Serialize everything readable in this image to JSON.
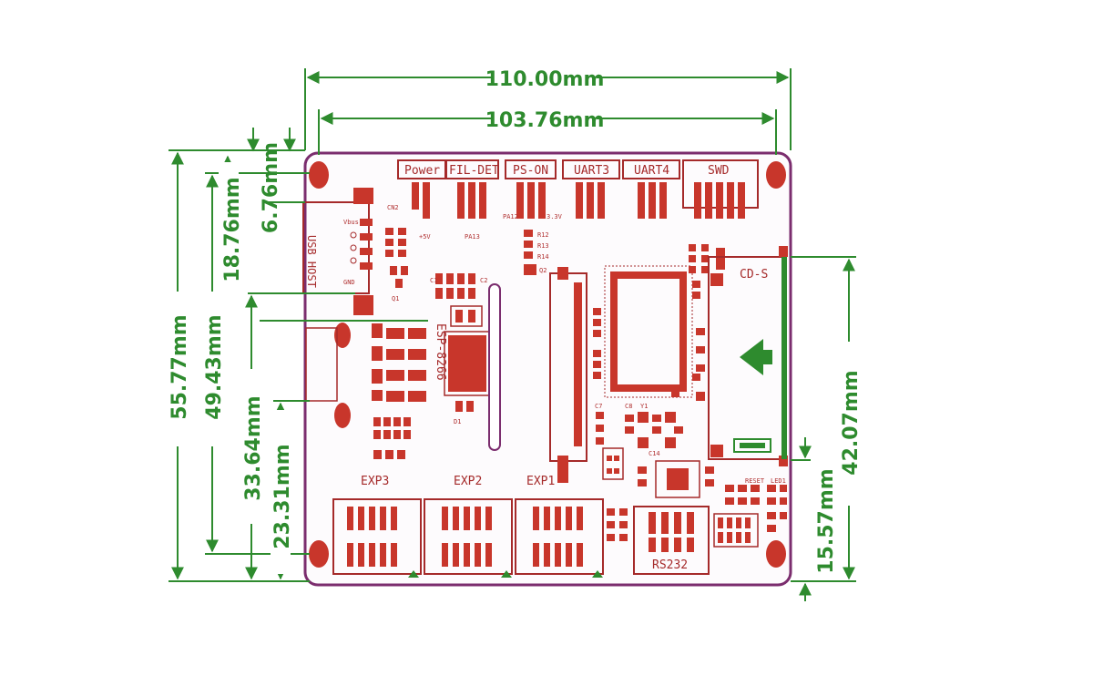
{
  "colors": {
    "dimension": "#2e8b2e",
    "silkscreen": "#a52a2a",
    "pad": "#c8362b",
    "outline": "#7b2d6e",
    "background": "#ffffff"
  },
  "dimensions": {
    "width_total": "110.00mm",
    "width_holes": "103.76mm",
    "h_55": "55.77mm",
    "h_49": "49.43mm",
    "h_33": "33.64mm",
    "h_23": "23.31mm",
    "h_18": "18.76mm",
    "h_6": "6.76mm",
    "h_42": "42.07mm",
    "h_15": "15.57mm"
  },
  "connectors": {
    "power": "Power",
    "fil_det": "FIL-DET",
    "ps_on": "PS-ON",
    "uart3": "UART3",
    "uart4": "UART4",
    "swd": "SWD",
    "usb_host": "USB HOST",
    "esp": "ESP-8266",
    "cd_s": "CD-S",
    "exp3": "EXP3",
    "exp2": "EXP2",
    "exp1": "EXP1",
    "rs232": "RS232"
  },
  "small_labels": {
    "vbus": "Vbus",
    "gnd": "GND",
    "cn2": "CN2",
    "pa12": "PA12",
    "v33": "3.3V",
    "pa13": "PA13",
    "plus5v": "+5V",
    "q1": "Q1",
    "q2": "Q2",
    "r12": "R12",
    "r13": "R13",
    "r14": "R14",
    "c7": "C7",
    "y1": "Y1",
    "c8": "C8",
    "c14": "C14",
    "reset": "RESET",
    "led1": "LED1",
    "c1": "C1",
    "c2": "C2",
    "d1": "D1"
  }
}
